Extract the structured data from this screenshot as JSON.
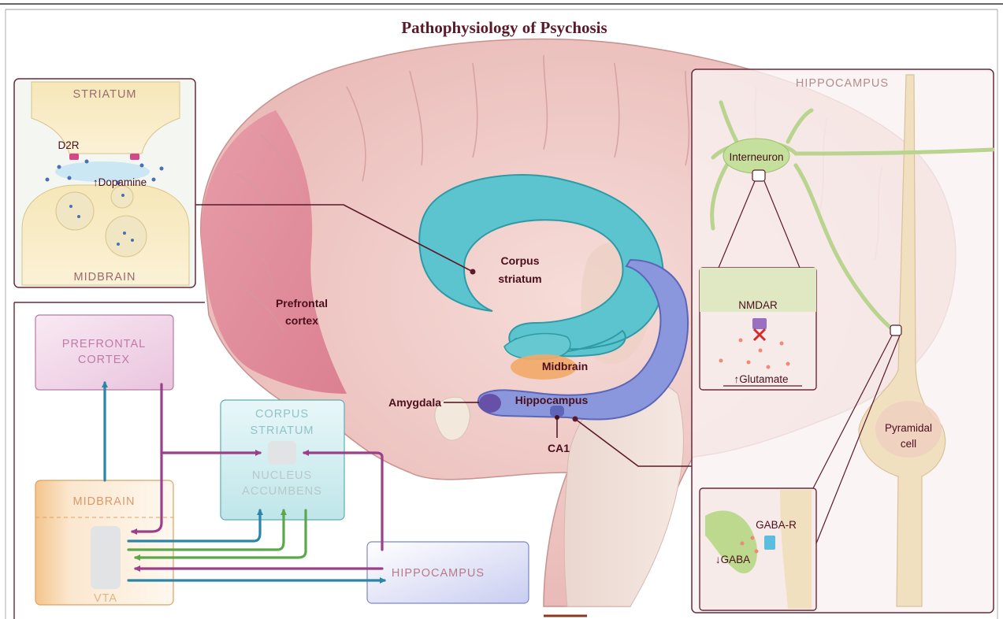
{
  "title": "Pathophysiology of Psychosis",
  "striatum_inset": {
    "top_label": "STRIATUM",
    "bottom_label": "MIDBRAIN",
    "receptor_label": "D2R",
    "transmitter_label": "↑Dopamine"
  },
  "brain_labels": {
    "prefrontal": [
      "Prefrontal",
      "cortex"
    ],
    "corpus_striatum": [
      "Corpus",
      "striatum"
    ],
    "midbrain": "Midbrain",
    "amygdala": "Amygdala",
    "hippocampus": "Hippocampus",
    "ca1": "CA1"
  },
  "hippocampus_inset": {
    "title": "HIPPOCAMPUS",
    "interneuron": "Interneuron",
    "pyramidal": [
      "Pyramidal",
      "cell"
    ],
    "nmdar": "NMDAR",
    "glutamate": "↑Glutamate",
    "gaba_r": "GABA-R",
    "gaba": "↓GABA"
  },
  "circuit": {
    "prefrontal": [
      "PREFRONTAL",
      "CORTEX"
    ],
    "corpus_striatum": [
      "CORPUS",
      "STRIATUM"
    ],
    "nucleus_accumbens": [
      "NUCLEUS",
      "ACCUMBENS"
    ],
    "midbrain": "MIDBRAIN",
    "vta": "VTA",
    "hippocampus": "HIPPOCAMPUS"
  },
  "colors": {
    "dopamine_arrow": "#2a86a8",
    "glutamate_arrow": "#9b3f8a",
    "gaba_arrow": "#5aa84a",
    "title": "#5a1a2a"
  }
}
